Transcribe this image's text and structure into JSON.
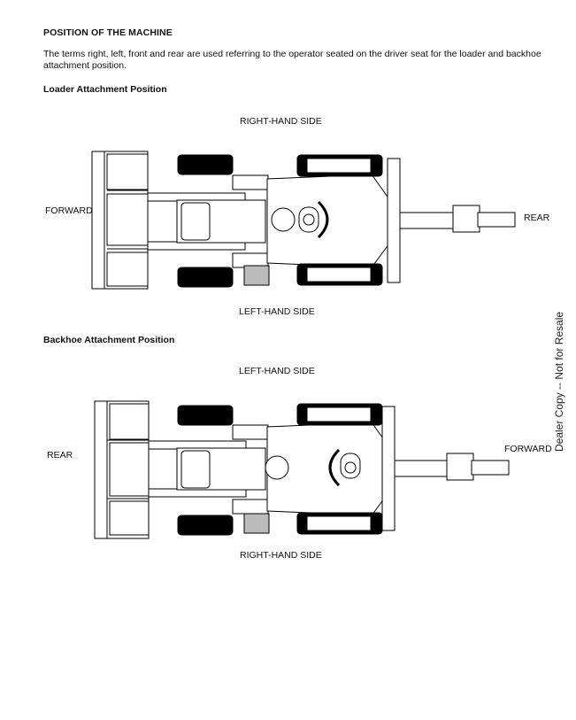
{
  "heading": "POSITION OF THE MACHINE",
  "intro": "The terms right, left, front and rear are used referring to the operator seated on the driver seat for the loader and backhoe attachment position.",
  "loader": {
    "subtitle": "Loader Attachment Position",
    "top_label": "RIGHT-HAND SIDE",
    "bottom_label": "LEFT-HAND SIDE",
    "left_label": "FORWARD",
    "right_label": "REAR"
  },
  "backhoe": {
    "subtitle": "Backhoe Attachment Position",
    "top_label": "LEFT-HAND SIDE",
    "bottom_label": "RIGHT-HAND SIDE",
    "left_label": "REAR",
    "right_label": "FORWARD"
  },
  "watermark": "Dealer Copy -- Not for Resale"
}
